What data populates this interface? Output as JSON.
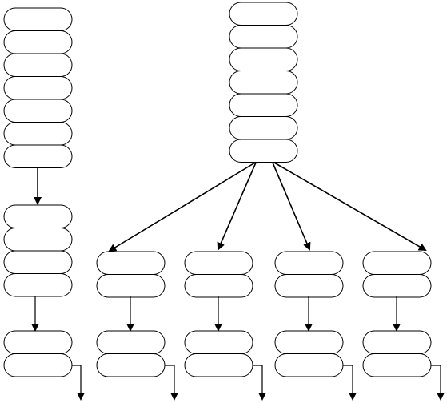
{
  "diagram": {
    "stroke_color": "#000000",
    "fill_color": "#ffffff",
    "background": "#ffffff",
    "left_column": {
      "top_stack_count": 7,
      "middle_stack_count": 4,
      "bottom_stack_count": 2
    },
    "right_tree": {
      "root_stack_count": 7,
      "branch_count": 4,
      "branch_stack_count": 2,
      "leaf_stack_count": 2
    }
  }
}
